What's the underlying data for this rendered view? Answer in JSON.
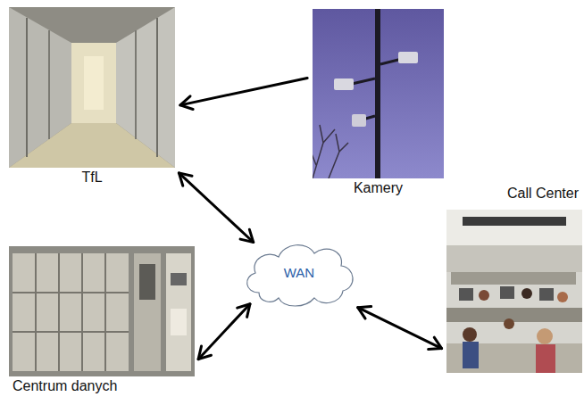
{
  "diagram": {
    "nodes": [
      {
        "text": [
          "TfL"
        ]
      },
      {
        "text": [
          "Kamery"
        ]
      },
      {
        "text": [
          "Call Center"
        ]
      },
      {
        "text": [
          "WAN"
        ]
      },
      {
        "text": [
          "Centrum danych"
        ]
      }
    ],
    "edges": [
      {
        "from": 1,
        "to": 0,
        "arrow": "to"
      },
      {
        "from": 0,
        "to": 3,
        "arrow": "both"
      },
      {
        "from": 4,
        "to": 3,
        "arrow": "both"
      },
      {
        "from": 2,
        "to": 3,
        "arrow": "both"
      }
    ]
  }
}
